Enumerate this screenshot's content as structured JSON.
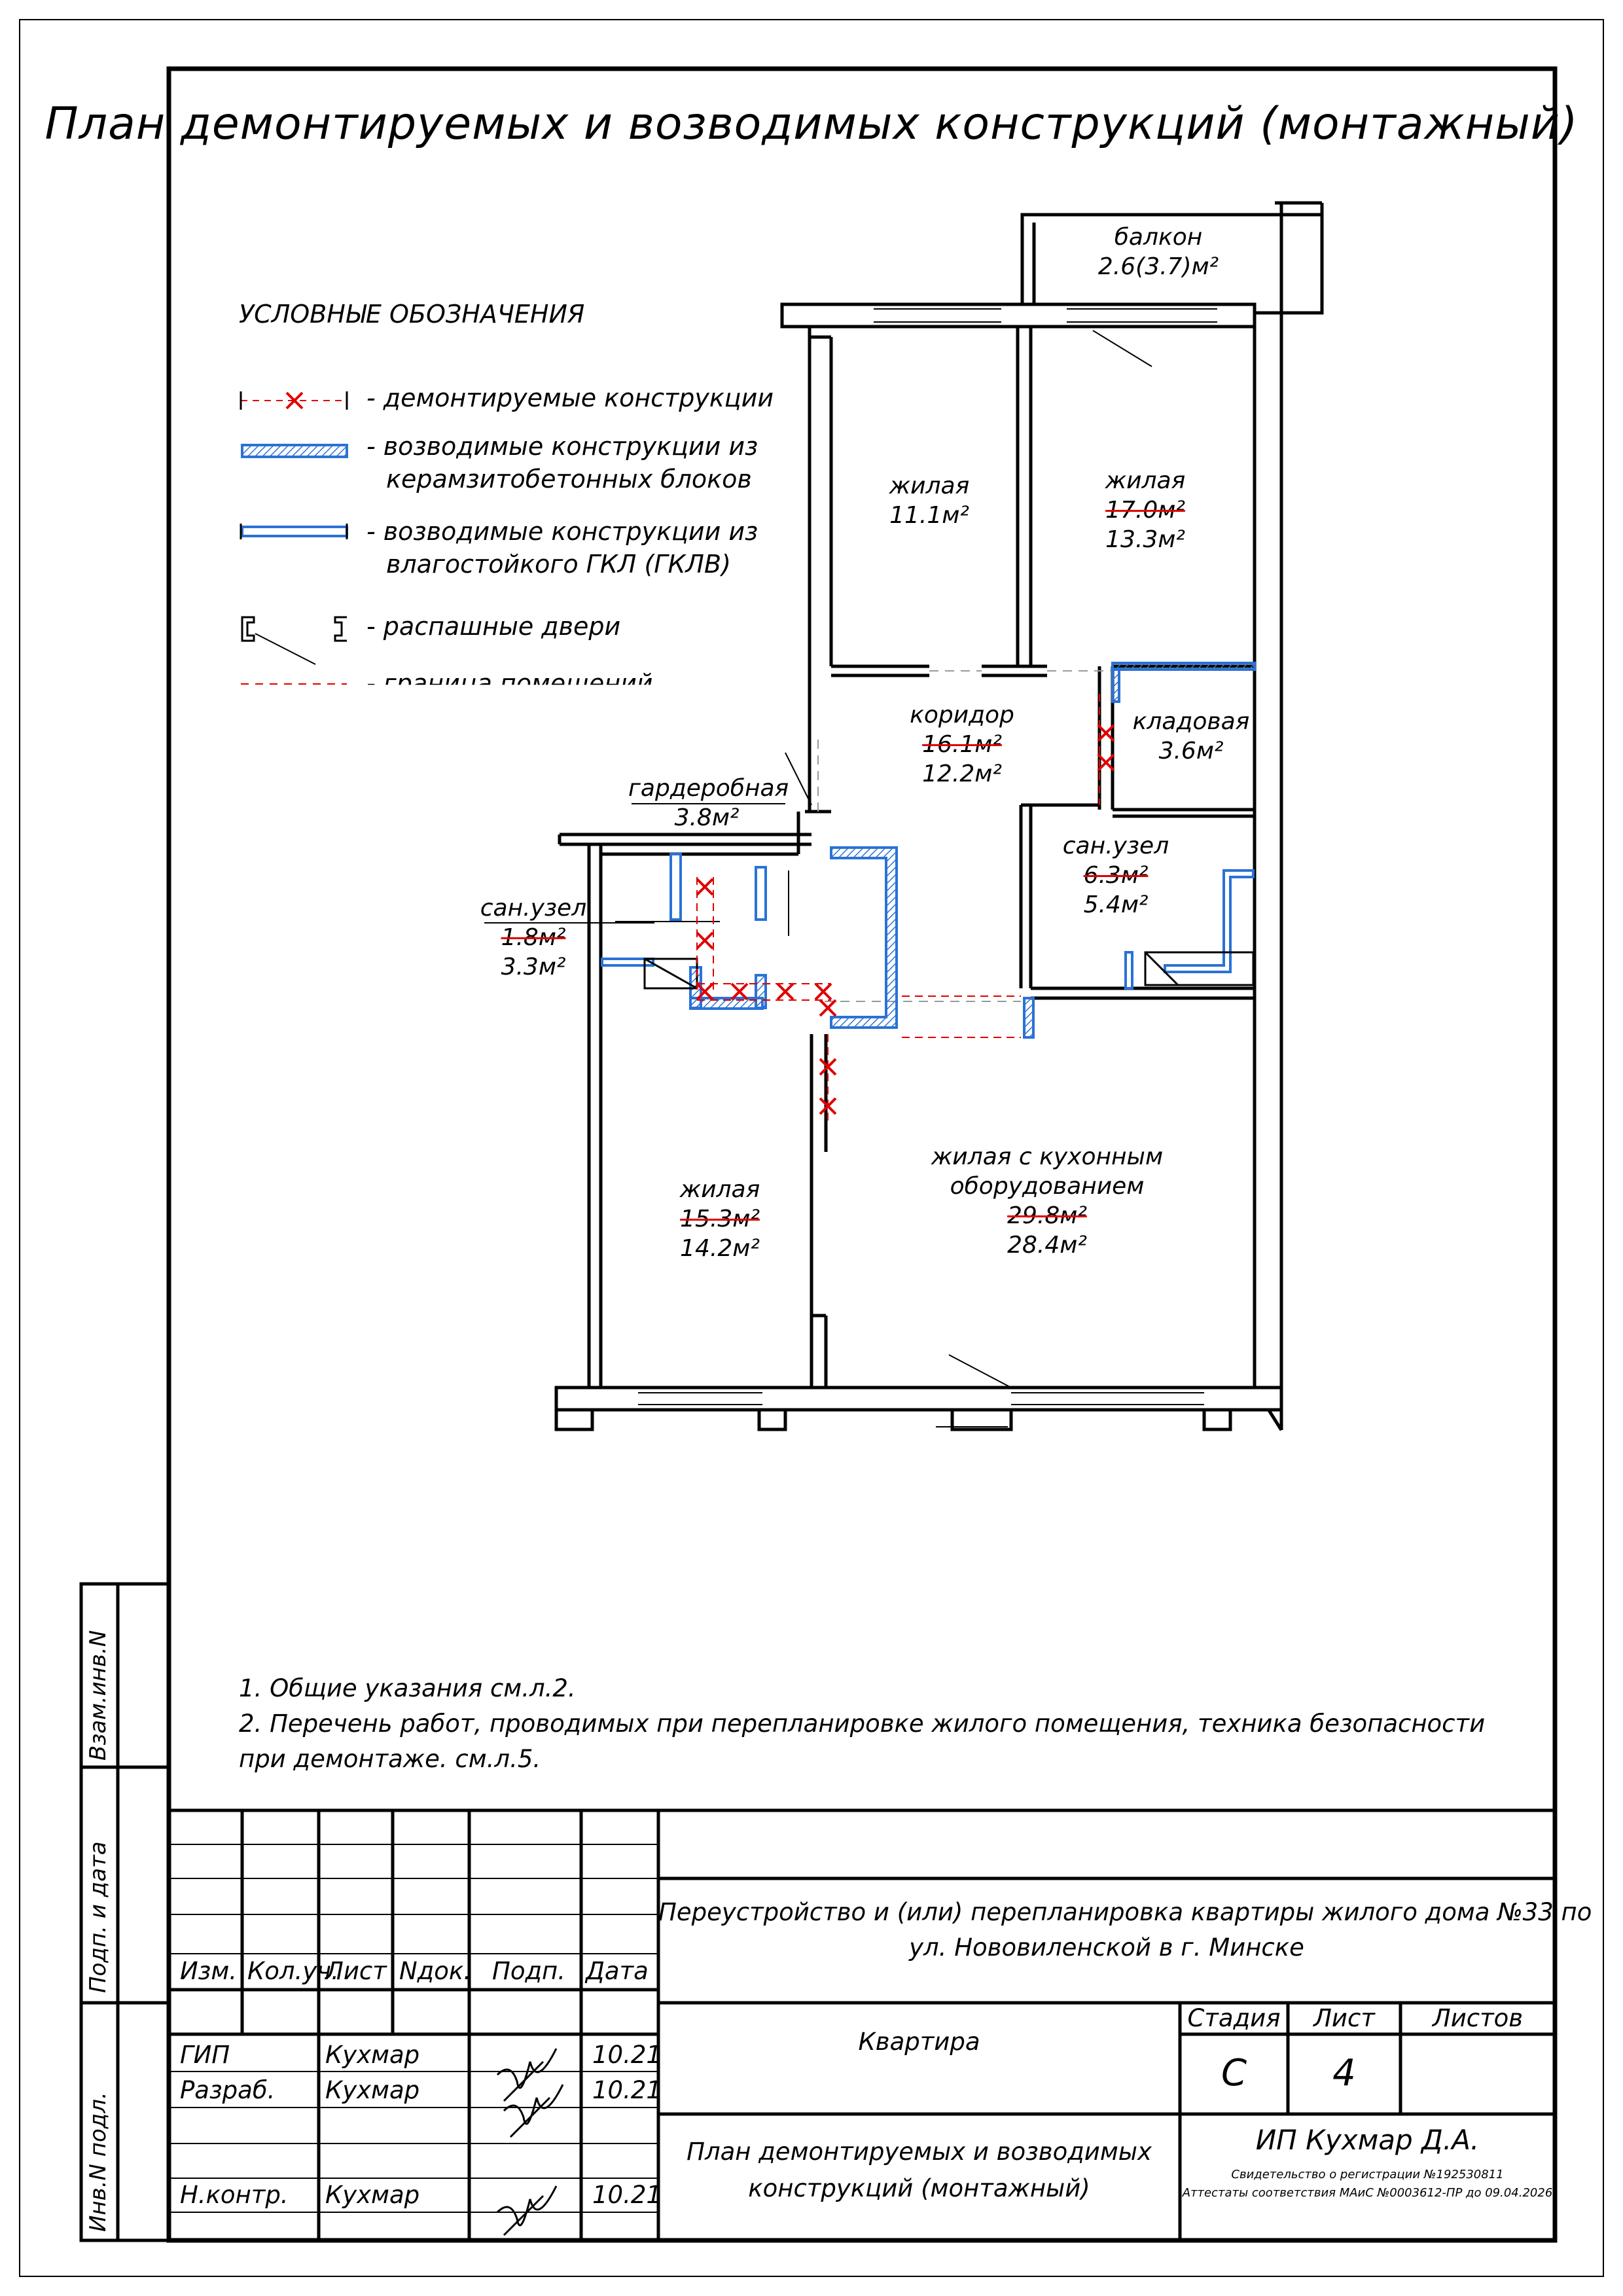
{
  "title": "План демонтируемых и возводимых конструкций (монтажный)",
  "legend": {
    "heading": "УСЛОВНЫЕ ОБОЗНАЧЕНИЯ",
    "items": [
      {
        "line1": "- демонтируемые конструкции",
        "line2": ""
      },
      {
        "line1": "- возводимые конструкции из",
        "line2": "керамзитобетонных блоков"
      },
      {
        "line1": "- возводимые конструкции из",
        "line2": "влагостойкого ГКЛ (ГКЛВ)"
      },
      {
        "line1": "- распашные двери",
        "line2": ""
      },
      {
        "line1": "- граница помещений",
        "line2": ""
      }
    ]
  },
  "rooms": {
    "balcony": {
      "name": "балкон",
      "area": "2.6(3.7)м²"
    },
    "living1": {
      "name": "жилая",
      "area": "11.1м²"
    },
    "living2": {
      "name": "жилая",
      "old_area": "17.0м²",
      "new_area": "13.3м²"
    },
    "corridor": {
      "name": "коридор",
      "old_area": "16.1м²",
      "new_area": "12.2м²"
    },
    "storage": {
      "name": "кладовая",
      "area": "3.6м²"
    },
    "wardrobe": {
      "name": "гардеробная",
      "area": "3.8м²"
    },
    "bath_left": {
      "name": "сан.узел",
      "old_area": "1.8м²",
      "new_area": "3.3м²"
    },
    "bath_right": {
      "name": "сан.узел",
      "old_area": "6.3м²",
      "new_area": "5.4м²"
    },
    "living3": {
      "name": "жилая",
      "old_area": "15.3м²",
      "new_area": "14.2м²"
    },
    "kitchen_living": {
      "name1": "жилая с кухонным",
      "name2": "оборудованием",
      "old_area": "29.8м²",
      "new_area": "28.4м²"
    }
  },
  "notes": [
    "1. Общие указания см.л.2.",
    "2. Перечень работ, проводимых при перепланировке жилого помещения, техника безопасности",
    "при демонтаже. см.л.5."
  ],
  "side_labels": {
    "vzam": "Взам.инв.N",
    "podp": "Подп. и дата",
    "inv": "Инв.N подл."
  },
  "title_block": {
    "headers": {
      "izm": "Изм.",
      "koluch": "Кол.уч.",
      "list": "Лист",
      "ndok": "Nдок.",
      "podp": "Подп.",
      "data": "Дата"
    },
    "rows": [
      {
        "role": "ГИП",
        "name": "Кухмар",
        "date": "10.21"
      },
      {
        "role": "Разраб.",
        "name": "Кухмар",
        "date": "10.21"
      },
      {
        "role": "Н.контр.",
        "name": "Кухмар",
        "date": "10.21"
      }
    ],
    "project_line1": "Переустройство и (или) перепланировка квартиры жилого дома №33 по",
    "project_line2": "ул. Нововиленской в г. Минске",
    "object": "Квартира",
    "stage_label": "Стадия",
    "sheet_label": "Лист",
    "sheets_label": "Листов",
    "stage": "С",
    "sheet": "4",
    "sheets": "",
    "drawing_line1": "План демонтируемых и возводимых",
    "drawing_line2": "конструкций (монтажный)",
    "company": "ИП Кухмар Д.А.",
    "cert1": "Свидетельство о регистрации №192530811",
    "cert2": "Аттестаты соответствия МАиС №0003612-ПР до 09.04.2026"
  },
  "colors": {
    "demolish": "#e00000",
    "block_wall": "#2a72d6",
    "line": "#000000"
  }
}
